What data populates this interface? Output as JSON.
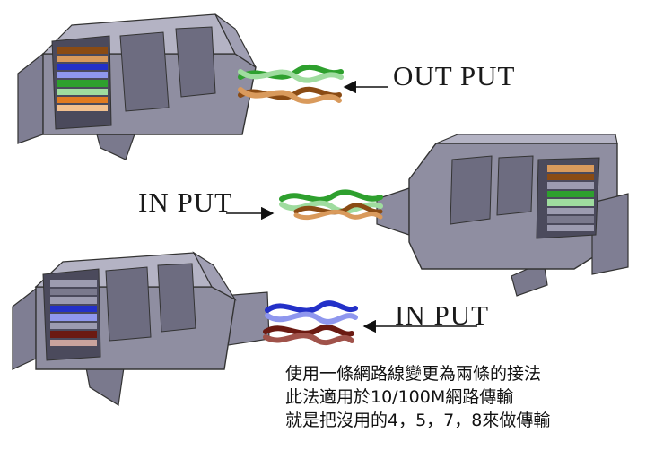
{
  "labels": {
    "output": "OUT PUT",
    "input_middle": "IN PUT",
    "input_bottom": "IN PUT"
  },
  "notes": [
    "使用一條網路線變更為兩條的接法",
    "此法適用於10/100M網路傳輸",
    "就是把沒用的4，5，7，8來做傳輸"
  ],
  "colors": {
    "connector_face": "#8f8ea1",
    "connector_dark": "#6d6c80",
    "connector_light": "#b4b3c4",
    "pair_green": "#2ea02e",
    "pair_green_white": "#9fdc9f",
    "pair_brown": "#8a4b14",
    "pair_brown_white": "#d99a5c",
    "pair_blue": "#2330c8",
    "pair_blue_white": "#8f97ee",
    "pair_orange": "#e07b22",
    "pair_maroon": "#6b1a12"
  }
}
